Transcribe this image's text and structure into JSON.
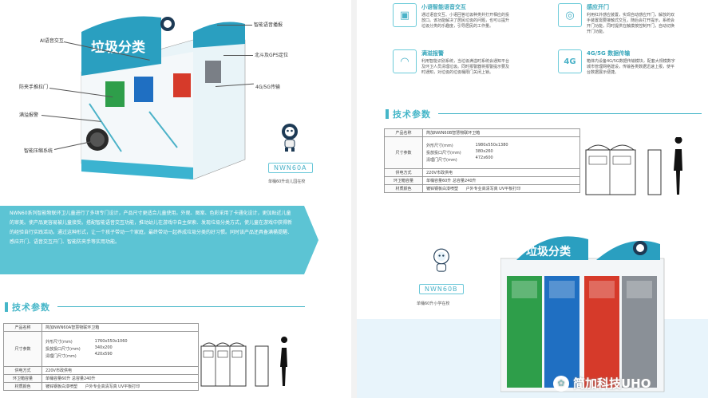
{
  "left": {
    "callouts": {
      "smart_voice": "智能语音播报",
      "ai_interaction": "AI语音交互",
      "beidou_gps": "北斗及GPS定位",
      "anti_pinch": "防夹手推拉门",
      "net_4g5g": "4G/5G传输",
      "overflow": "满溢报警",
      "compress": "智能压缩系统"
    },
    "bin_title": "垃圾分类",
    "model_tag": "NWN60A",
    "model_sub": "单桶60升幼儿园在校",
    "intro_text": "NWN60系列智能物联环卫儿童进行了多项专门设计，产品尺寸更适合儿童使用。外观、图案、色彩采用了卡通化设计，更加贴近儿童的审美。使产品更容易被儿童接受。搭配智能语音交互功能，推动幼儿在游戏中自主探索、发现垃圾分类方式，使儿童在游戏中获得新的经验自行实践活动。通过这种形式，让一个孩子带动一个家庭，最终带动一起养成垃圾分类的好习惯。同时该产品还具备满桶提醒、感应开门、语音交互开门、智能防夹手等实用功能。",
    "spec_title": "技术参数",
    "spec": {
      "rows": [
        {
          "k": "产品名称",
          "v": "简加NWN60A智慧物联环卫箱"
        },
        {
          "k": "尺寸参数",
          "labels": [
            "外形尺寸(mm)",
            "投放投口尺寸(mm)",
            "清理门尺寸(mm)"
          ],
          "vals": [
            "1760x550x1060",
            "340x200",
            "420x590"
          ]
        },
        {
          "k": "供电方式",
          "v": "220V市政供电"
        },
        {
          "k": "环卫箱容量",
          "v": "单桶容量60升    总容量240升"
        },
        {
          "k": "材质颜色",
          "v": "镀锌钢板白漆喷塑",
          "v2": "户外专业高清写真   UV平板打印"
        }
      ]
    }
  },
  "right": {
    "features": [
      {
        "icon": "robot-icon",
        "glyph": "▣",
        "title": "小语智能语音交互",
        "desc": "通过语音交互、小语回答垃圾种类并打开相应的投放口。该功能解决了居民垃圾的问题，也可以提升垃圾分类的乐趣度，引导居民的工作量。"
      },
      {
        "icon": "sensor-icon",
        "glyph": "◎",
        "title": "感应开门",
        "desc": "利用红外感应装置，实现自动感应开门，解放的双手装置需要接触式交互，随后会打开提示，系统会开门功能，同时提供在触摸按控制开门，自动切换开门功能。"
      },
      {
        "icon": "alarm-icon",
        "glyph": "◠",
        "title": "满溢报警",
        "desc": "利用智能识别系统，当垃圾满溢时系统会通知平台及环卫人员清理垃圾。同时报警器将报警提示要及时通知，对垃圾的垃圾桶限门关闭上锁。"
      },
      {
        "icon": "network-icon",
        "glyph": "4G",
        "title": "4G/5G 数据传输",
        "desc": "箱体内设备4G/5G数据传输模块，配套大规模数字城市管理网络建设，传输各类数据迅速上报，使平台数据展示便捷。"
      }
    ],
    "spec_title": "技术参数",
    "spec": {
      "rows": [
        {
          "k": "产品名称",
          "v": "简加NWN60B智慧物联环卫箱"
        },
        {
          "k": "尺寸参数",
          "labels": [
            "外形尺寸(mm)",
            "投放投口尺寸(mm)",
            "清理门尺寸(mm)"
          ],
          "vals": [
            "1980x550x1380",
            "380x260",
            "472x600"
          ]
        },
        {
          "k": "供电方式",
          "v": "220V市政供电"
        },
        {
          "k": "环卫箱容量",
          "v": "单桶容量60升    总容量240升"
        },
        {
          "k": "材质颜色",
          "v": "镀锌钢板白漆喷塑",
          "v2": "户外专业高清写真   UV平板打印"
        }
      ]
    },
    "bin_title": "垃圾分类",
    "model_tag": "NWN60B",
    "model_sub": "单桶60升小学在校",
    "watermark": "简加科技UHO"
  },
  "colors": {
    "accent": "#45b6c8",
    "bin_green": "#2e9e4a",
    "bin_blue": "#1f6fc2",
    "bin_red": "#d63a2a",
    "bin_gray": "#7a7f86"
  }
}
